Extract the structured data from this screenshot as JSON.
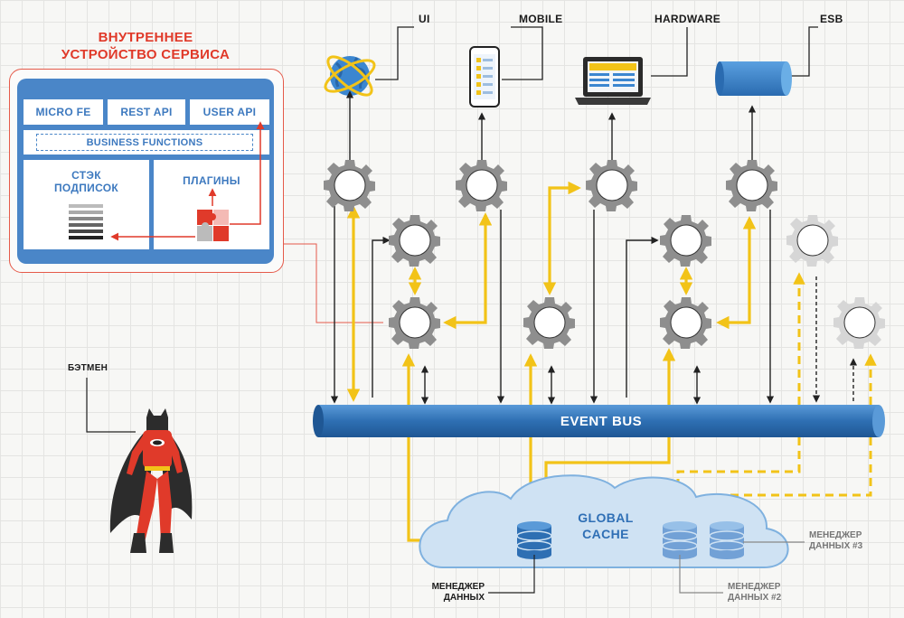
{
  "endpoints": {
    "ui": "UI",
    "mobile": "MOBILE",
    "hardware": "HARDWARE",
    "esb": "ESB"
  },
  "service_internals": {
    "title_line1": "ВНУТРЕННЕЕ",
    "title_line2": "УСТРОЙСТВО СЕРВИСА",
    "micro_fe": "MICRO FE",
    "rest_api": "REST API",
    "user_api": "USER API",
    "business_functions": "BUSINESS FUNCTIONS",
    "subscription_stack_line1": "СТЭК",
    "subscription_stack_line2": "ПОДПИСОК",
    "plugins": "ПЛАГИНЫ"
  },
  "batman": "БЭТМЕН",
  "event_bus": "EVENT BUS",
  "global_cache_line1": "GLOBAL",
  "global_cache_line2": "CACHE",
  "data_managers": {
    "m1_line1": "МЕНЕДЖЕР",
    "m1_line2": "ДАННЫХ",
    "m2_line1": "МЕНЕДЖЕР",
    "m2_line2": "ДАННЫХ #2",
    "m3_line1": "МЕНЕДЖЕР",
    "m3_line2": "ДАННЫХ #3"
  },
  "colors": {
    "accent_blue": "#4a86c8",
    "bus_blue": "#2e6fb3",
    "yellow": "#f2c318",
    "red": "#e03a2a",
    "gear_gray": "#8e8e8e",
    "dark": "#222222"
  }
}
